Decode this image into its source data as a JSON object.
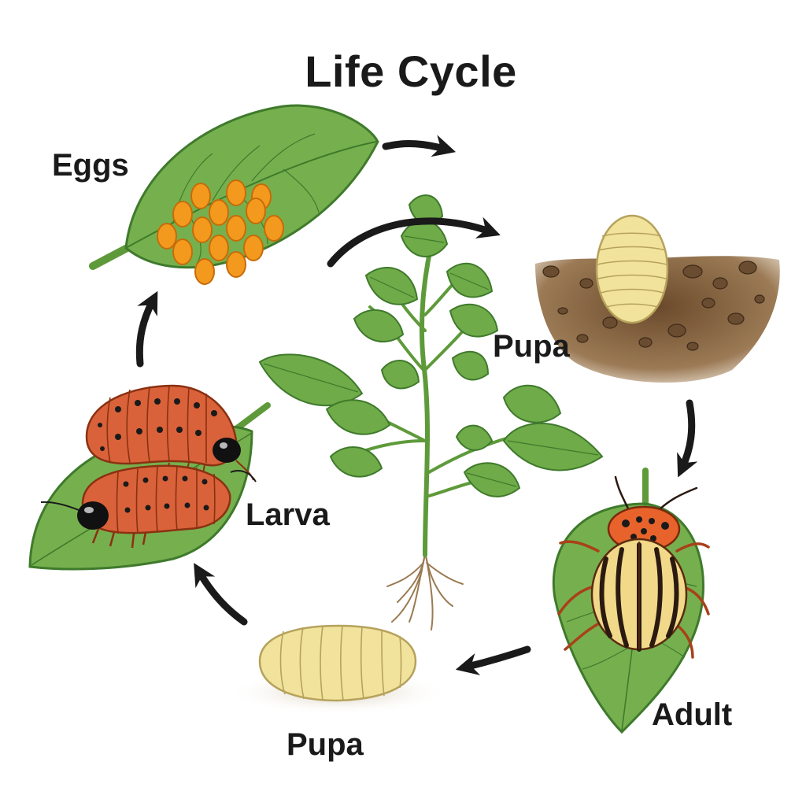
{
  "title": "Life Cycle",
  "stages": {
    "eggs": "Eggs",
    "pupa_top": "Pupa",
    "larva": "Larva",
    "adult": "Adult",
    "pupa_bottom": "Pupa"
  },
  "colors": {
    "leaf": "#6fab48",
    "leaf_dark": "#3f7a2c",
    "egg": "#f39a1e",
    "larva": "#d9623a",
    "pupa": "#f0e29a",
    "soil": "#8a6642",
    "beetle_stripe": "#f2d98a",
    "beetle_head": "#e8632b",
    "arrow": "#1a1a1a"
  }
}
